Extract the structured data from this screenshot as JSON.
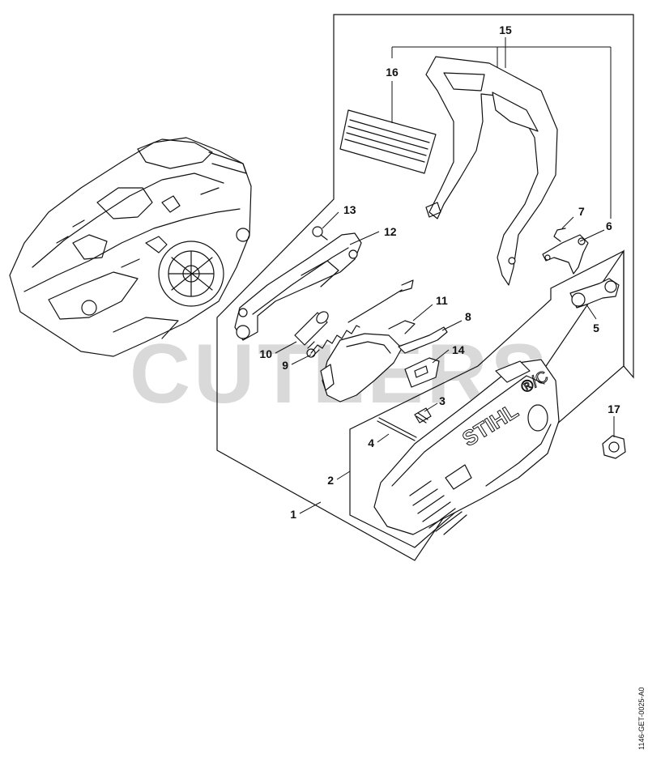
{
  "diagram": {
    "watermark": "CUTLERS",
    "reference_code": "1146-GET-0025-A0",
    "cover_brand": "STIHL",
    "cover_model": "®/C",
    "callouts": [
      "1",
      "2",
      "3",
      "4",
      "5",
      "6",
      "7",
      "8",
      "9",
      "10",
      "11",
      "12",
      "13",
      "14",
      "15",
      "16",
      "17"
    ]
  }
}
